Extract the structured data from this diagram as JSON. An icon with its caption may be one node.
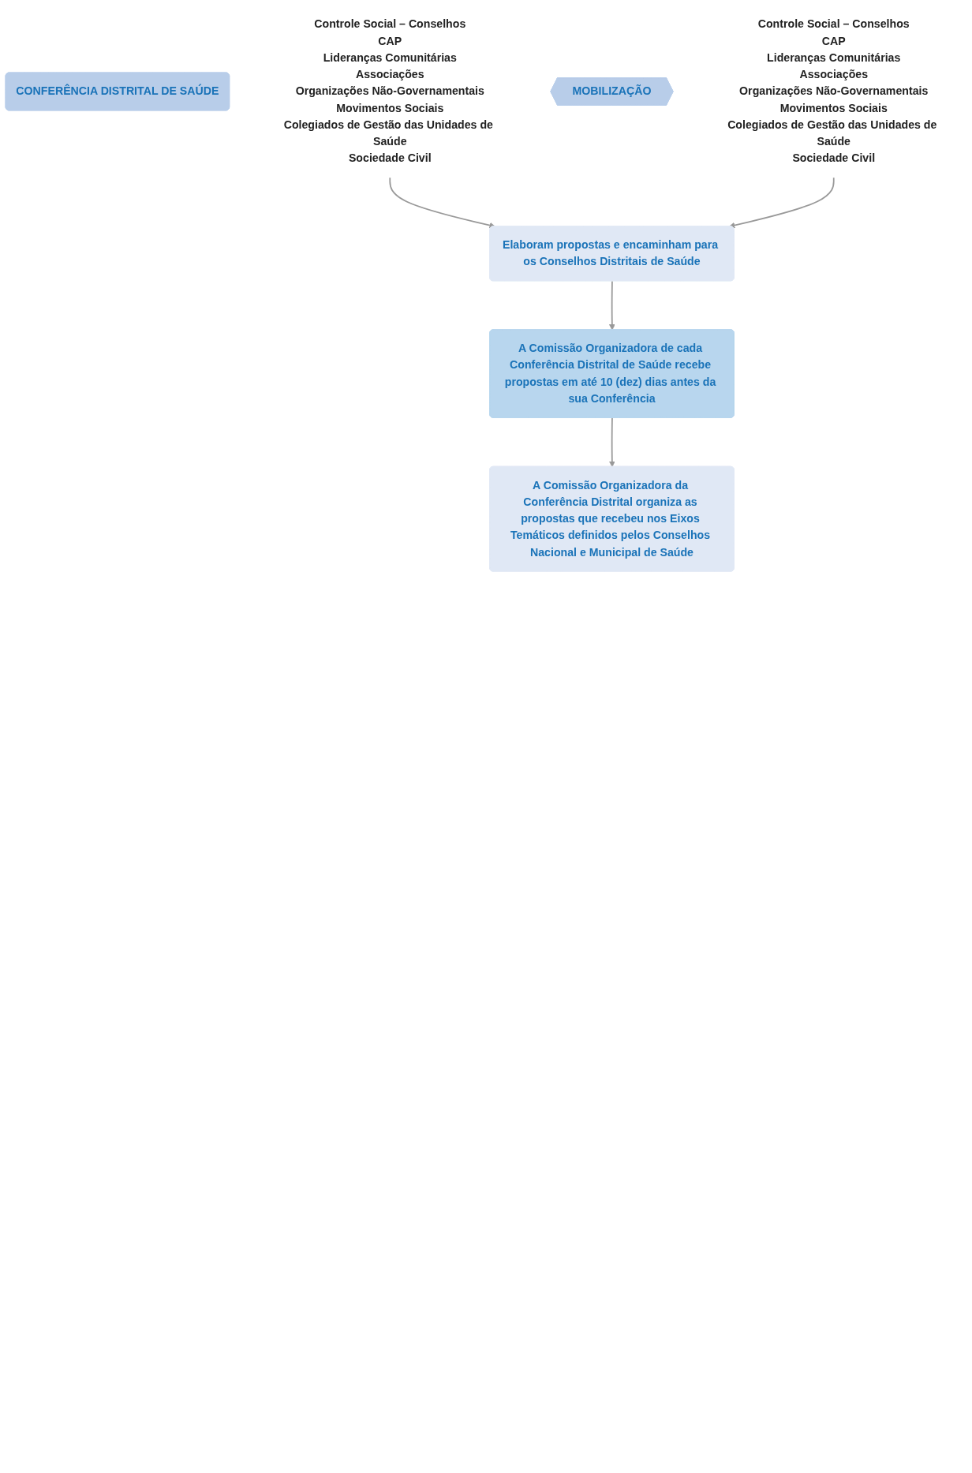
{
  "diagram": {
    "nodes": [
      {
        "text": [
          "CONFERÊNCIA DISTRITAL DE SAÚDE"
        ]
      },
      {
        "text": [
          "Controle Social – Conselhos",
          "CAP",
          "Lideranças Comunitárias",
          "Associações",
          "Organizações Não-Governamentais",
          "Movimentos Sociais",
          "Colegiados de Gestão das Unidades de Saúde",
          "Sociedade Civil"
        ]
      },
      {
        "text": [
          "MOBILIZAÇÃO"
        ]
      },
      {
        "text": [
          "Controle Social – Conselhos",
          "CAP",
          "Lideranças Comunitárias",
          "Associações",
          "Organizações Não-Governamentais",
          "Movimentos Sociais",
          "Colegiados de Gestão das Unidades de Saúde",
          "Sociedade Civil"
        ]
      },
      {
        "text": [
          "Elaboram propostas e encaminham para os Conselhos Distritais de Saúde"
        ]
      },
      {
        "text": [
          "A Comissão Organizadora de cada Conferência Distrital de Saúde recebe propostas em até 10 (dez) dias antes da sua Conferência"
        ]
      },
      {
        "text": [
          "A Comissão Organizadora da Conferência Distrital organiza as propostas que recebeu nos Eixos Temáticos definidos pelos Conselhos Nacional e Municipal de Saúde"
        ]
      }
    ],
    "edges": [
      {
        "from": 1,
        "to": 4,
        "arrow": "to"
      },
      {
        "from": 3,
        "to": 4,
        "arrow": "to"
      },
      {
        "from": 4,
        "to": 5,
        "arrow": "to"
      },
      {
        "from": 5,
        "to": 6,
        "arrow": "to"
      }
    ]
  }
}
